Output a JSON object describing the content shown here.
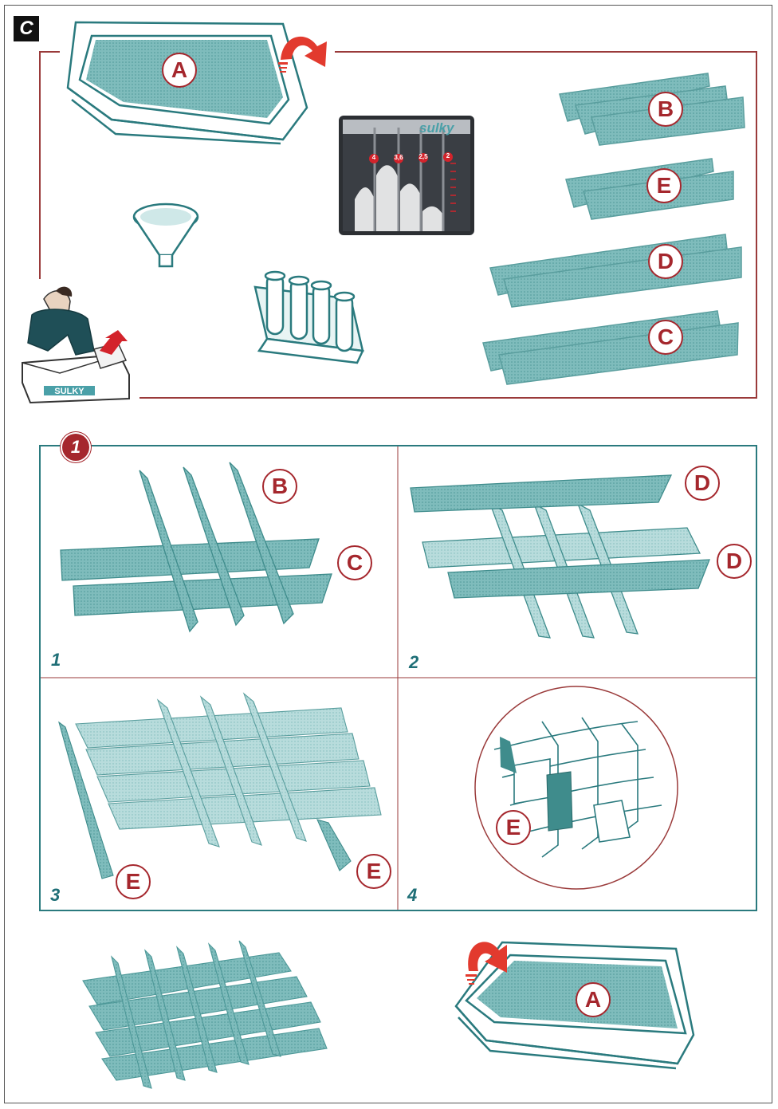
{
  "section": {
    "tag": "C"
  },
  "step": {
    "badge": "1"
  },
  "labels": {
    "tray_top": "A",
    "tray_bottom": "A",
    "piece_b": "B",
    "piece_e": "E",
    "piece_d": "D",
    "piece_c": "C",
    "panel1_b": "B",
    "panel1_c": "C",
    "panel2_d_top": "D",
    "panel2_d_bottom": "D",
    "panel3_e_left": "E",
    "panel3_e_right": "E",
    "panel4_e": "E"
  },
  "panels": [
    {
      "number": "1"
    },
    {
      "number": "2"
    },
    {
      "number": "3"
    },
    {
      "number": "4"
    }
  ],
  "container": {
    "brand": "sulky",
    "scale_marks": [
      "4",
      "3,6",
      "2,5",
      "2"
    ]
  },
  "box": {
    "brand": "SULKY"
  },
  "colors": {
    "teal": "#5fa7a7",
    "teal_dark": "#2a7a7e",
    "red": "#a5272d",
    "frame_red": "#9a3a3a"
  }
}
